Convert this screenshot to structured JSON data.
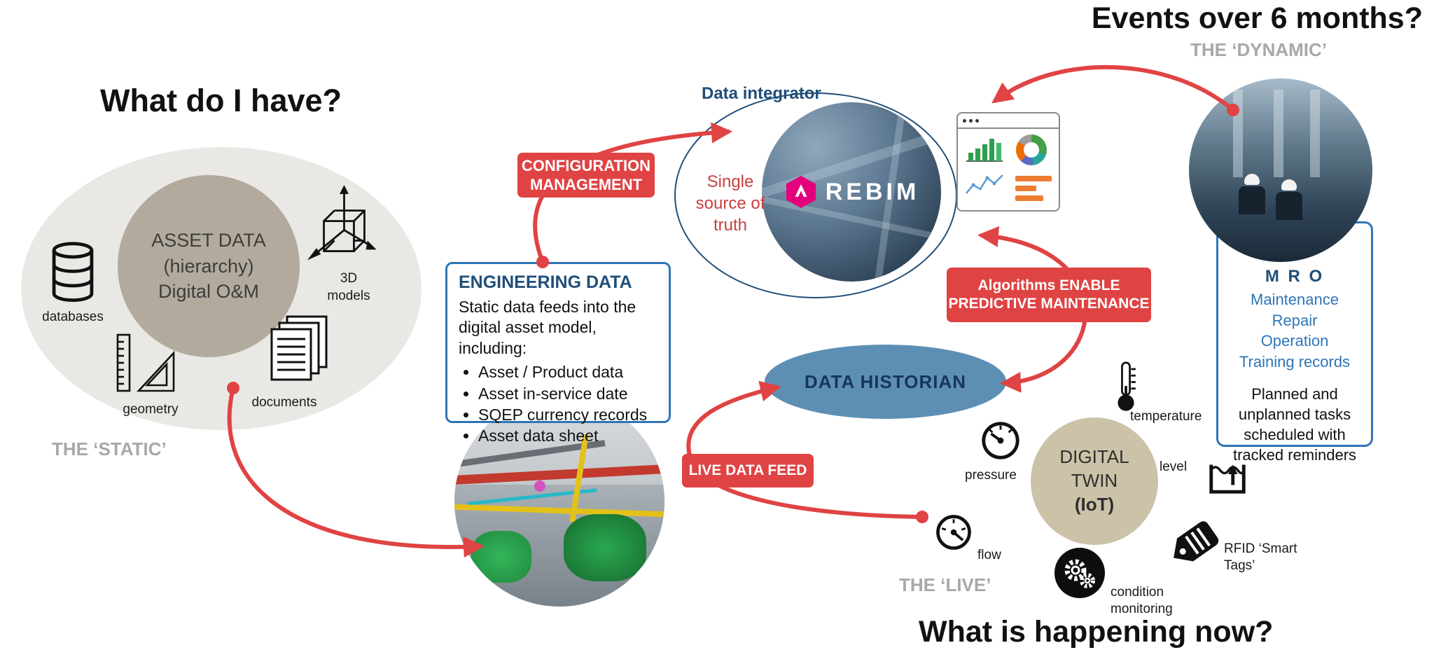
{
  "headings": {
    "events_over": "Events over 6 months?",
    "the_dynamic": "THE ‘DYNAMIC’",
    "what_do_i_have": "What do I have?",
    "the_static": "THE ‘STATIC’",
    "the_live": "THE ‘LIVE’",
    "what_is_happening": "What is happening now?"
  },
  "asset_bubble": {
    "line1": "ASSET DATA",
    "line2": "(hierarchy)",
    "line3": "Digital O&M",
    "label_databases": "databases",
    "label_3d_line1": "3D",
    "label_3d_line2": "models",
    "label_geometry": "geometry",
    "label_documents": "documents"
  },
  "integrator": {
    "label": "Data integrator",
    "truth_line1": "Single",
    "truth_line2": "source of",
    "truth_line3": "truth",
    "logo_text": "REBIM"
  },
  "config_box": {
    "line1": "CONFIGURATION",
    "line2": "MANAGEMENT"
  },
  "algorithms_box": {
    "line1": "Algorithms ENABLE",
    "line2": "PREDICTIVE MAINTENANCE"
  },
  "live_feed_box": {
    "label": "LIVE DATA FEED"
  },
  "data_historian": {
    "label": "DATA HISTORIAN"
  },
  "engineering": {
    "title": "ENGINEERING DATA",
    "intro": "Static data feeds into the digital asset model, including:",
    "bullets": [
      "Asset / Product data",
      "Asset in-service date",
      "SQEP currency records",
      "Asset data sheet"
    ]
  },
  "mro": {
    "title": "M R O",
    "item1": "Maintenance",
    "item2": "Repair",
    "item3": "Operation",
    "item4": "Training records",
    "note": "Planned and unplanned tasks scheduled with tracked reminders"
  },
  "digital_twin": {
    "line1": "DIGITAL",
    "line2": "TWIN",
    "line3": "(IoT)",
    "sensor_temperature": "temperature",
    "sensor_pressure": "pressure",
    "sensor_level": "level",
    "sensor_flow": "flow",
    "sensor_condition": "condition monitoring",
    "sensor_rfid": "RFID ‘Smart Tags’"
  },
  "colors": {
    "red": "#e04343",
    "navy": "#1f4e79",
    "blue": "#2e75b6",
    "historian_fill": "#5d8fb5",
    "gray_label": "#a8a8a8",
    "tan": "#cbc2a8"
  }
}
